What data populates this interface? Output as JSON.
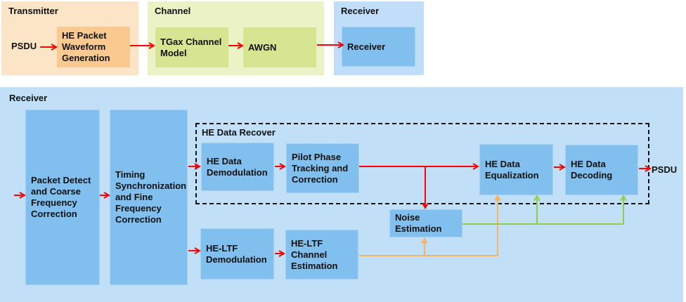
{
  "top_row": {
    "transmitter": {
      "title": "Transmitter",
      "input_label": "PSDU",
      "block": "HE Packet Waveform Generation"
    },
    "channel": {
      "title": "Channel",
      "blocks": [
        "TGax Channel Model",
        "AWGN"
      ]
    },
    "receiver": {
      "title": "Receiver",
      "block": "Receiver"
    }
  },
  "receiver_detail": {
    "title": "Receiver",
    "blocks": {
      "packet_detect": "Packet Detect and Coarse Frequency Correction",
      "timing_sync": "Timing Synchronization and Fine Frequency Correction",
      "he_data_demod": "HE Data Demodulation",
      "pilot_phase": "Pilot Phase Tracking and Correction",
      "he_data_eq": "HE Data Equalization",
      "he_data_decoding": "HE Data Decoding",
      "noise_est": "Noise Estimation",
      "heltf_demod": "HE-LTF Demodulation",
      "heltf_chan_est": "HE-LTF Channel Estimation"
    },
    "group_title": "HE Data Recover",
    "output_label": "PSDU"
  },
  "colors": {
    "data_flow": "#ff0000",
    "channel_estimate_flow": "#f9b25e",
    "noise_estimate_flow": "#8ccf4d"
  }
}
